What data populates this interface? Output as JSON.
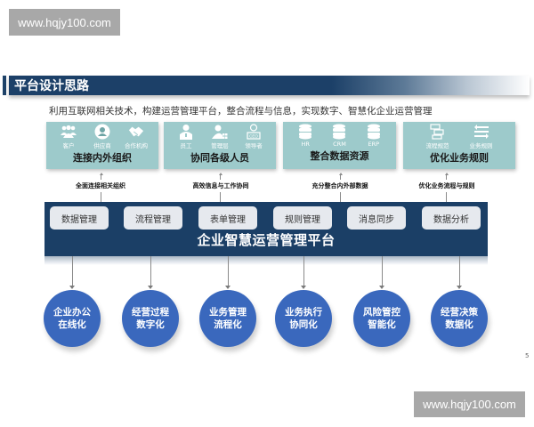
{
  "watermark": {
    "top_text": "www.hqjy100.com",
    "bottom_text": "www.hqjy100.com",
    "color": "#a8a8a8"
  },
  "header": {
    "title": "平台设计思路",
    "bar_color": "#1c4068"
  },
  "subtitle": "利用互联网相关技术，构建运营管理平台，整合流程与信息，实现数字、智慧化企业运营管理",
  "top_boxes": [
    {
      "title": "连接内外组织",
      "icons": [
        {
          "name": "customer-group-icon",
          "label": "客户"
        },
        {
          "name": "supplier-user-icon",
          "label": "供应商"
        },
        {
          "name": "handshake-icon",
          "label": "合作机构"
        }
      ]
    },
    {
      "title": "协同各级人员",
      "icons": [
        {
          "name": "employee-icon",
          "label": "员工"
        },
        {
          "name": "manager-icon",
          "label": "管理层"
        },
        {
          "name": "ceo-icon",
          "label": "领导者",
          "badge": "CEO"
        }
      ]
    },
    {
      "title": "整合数据资源",
      "icons": [
        {
          "name": "database-hr-icon",
          "label": "HR"
        },
        {
          "name": "database-crm-icon",
          "label": "CRM"
        },
        {
          "name": "database-erp-icon",
          "label": "ERP"
        }
      ]
    },
    {
      "title": "优化业务规则",
      "icons": [
        {
          "name": "process-flow-icon",
          "label": "流程规范"
        },
        {
          "name": "business-rules-icon",
          "label": "业务规则"
        }
      ]
    }
  ],
  "connector_labels": [
    "全面连接相关组织",
    "高效信息与工作协同",
    "充分整合内外部数据",
    "优化业务流程与规则"
  ],
  "platform": {
    "title": "企业智慧运营管理平台",
    "modules": [
      "数据管理",
      "流程管理",
      "表单管理",
      "规则管理",
      "消息同步",
      "数据分析"
    ],
    "color": "#1b3f66"
  },
  "outcomes": [
    {
      "line1": "企业办公",
      "line2": "在线化"
    },
    {
      "line1": "经营过程",
      "line2": "数字化"
    },
    {
      "line1": "业务管理",
      "line2": "流程化"
    },
    {
      "line1": "业务执行",
      "line2": "协同化"
    },
    {
      "line1": "风险管控",
      "line2": "智能化"
    },
    {
      "line1": "经营决策",
      "line2": "数据化"
    }
  ],
  "outcome_color": "#3a68bd",
  "box_color": "#9dcacb",
  "page_number": "5"
}
